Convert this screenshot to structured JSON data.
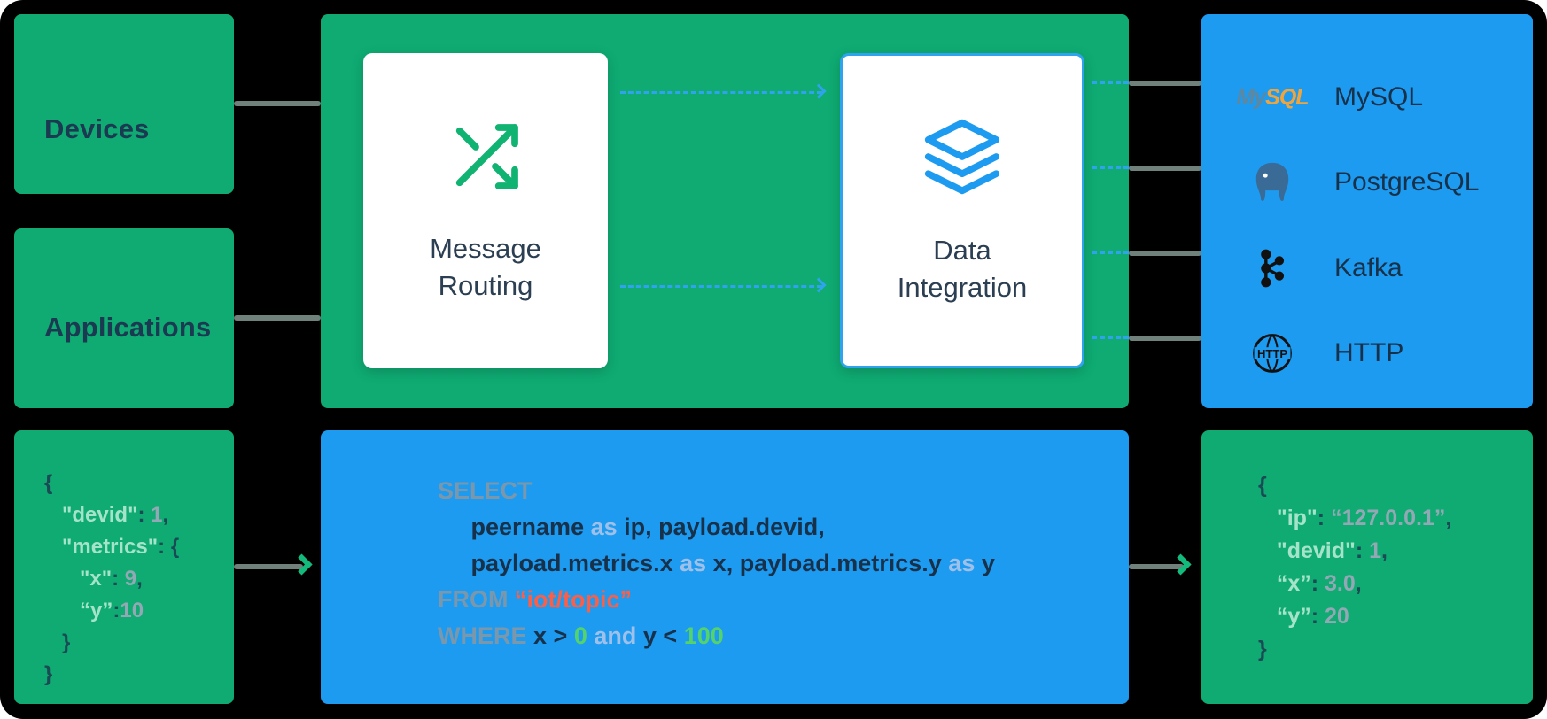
{
  "boxes": {
    "devices": {
      "label": "Devices"
    },
    "applications": {
      "label": "Applications"
    },
    "message_routing": {
      "label": "Message Routing"
    },
    "data_integration": {
      "label": "Data Integration"
    }
  },
  "sinks": {
    "items": [
      {
        "name": "MySQL",
        "logo_my": "My",
        "logo_sql": "SQL"
      },
      {
        "name": "PostgreSQL"
      },
      {
        "name": "Kafka"
      },
      {
        "name": "HTTP",
        "icon_text": "HTTP"
      }
    ]
  },
  "input_json": {
    "lines": [
      [
        {
          "t": "{",
          "c": "p"
        }
      ],
      [
        {
          "t": "   ",
          "c": "p"
        },
        {
          "t": "\"devid\"",
          "c": "k"
        },
        {
          "t": ": ",
          "c": "p"
        },
        {
          "t": "1",
          "c": "v"
        },
        {
          "t": ",",
          "c": "p"
        }
      ],
      [
        {
          "t": "   ",
          "c": "p"
        },
        {
          "t": "\"metrics\"",
          "c": "k"
        },
        {
          "t": ": ",
          "c": "p"
        },
        {
          "t": "{",
          "c": "p"
        }
      ],
      [
        {
          "t": "      ",
          "c": "p"
        },
        {
          "t": "\"x\"",
          "c": "k"
        },
        {
          "t": ": ",
          "c": "p"
        },
        {
          "t": "9",
          "c": "v"
        },
        {
          "t": ",",
          "c": "p"
        }
      ],
      [
        {
          "t": "      ",
          "c": "p"
        },
        {
          "t": "“y”",
          "c": "k"
        },
        {
          "t": ":",
          "c": "p"
        },
        {
          "t": "10",
          "c": "v"
        }
      ],
      [
        {
          "t": "   }",
          "c": "p"
        }
      ],
      [
        {
          "t": "}",
          "c": "p"
        }
      ]
    ]
  },
  "sql": {
    "lines": [
      [
        {
          "t": "SELECT",
          "c": "kw"
        }
      ],
      [
        {
          "t": "     ",
          "c": "id"
        },
        {
          "t": "peername ",
          "c": "id"
        },
        {
          "t": "as",
          "c": "lt"
        },
        {
          "t": " ip, payload.devid,",
          "c": "id"
        }
      ],
      [
        {
          "t": "     ",
          "c": "id"
        },
        {
          "t": "payload.metrics.x ",
          "c": "id"
        },
        {
          "t": "as",
          "c": "lt"
        },
        {
          "t": " x, payload.metrics.y ",
          "c": "id"
        },
        {
          "t": "as",
          "c": "lt"
        },
        {
          "t": " y",
          "c": "id"
        }
      ],
      [
        {
          "t": "FROM ",
          "c": "kw"
        },
        {
          "t": "“iot/topic”",
          "c": "str"
        }
      ],
      [
        {
          "t": "WHERE ",
          "c": "kw"
        },
        {
          "t": "x ",
          "c": "id"
        },
        {
          "t": "> ",
          "c": "id"
        },
        {
          "t": "0",
          "c": "num"
        },
        {
          "t": " ",
          "c": "id"
        },
        {
          "t": "and",
          "c": "lt"
        },
        {
          "t": " y ",
          "c": "id"
        },
        {
          "t": "< ",
          "c": "id"
        },
        {
          "t": "100",
          "c": "num"
        }
      ]
    ]
  },
  "output_json": {
    "lines": [
      [
        {
          "t": "{",
          "c": "p"
        }
      ],
      [
        {
          "t": "   ",
          "c": "p"
        },
        {
          "t": "\"ip\"",
          "c": "k"
        },
        {
          "t": ": ",
          "c": "p"
        },
        {
          "t": "“127.0.0.1”",
          "c": "v"
        },
        {
          "t": ",",
          "c": "p"
        }
      ],
      [
        {
          "t": "   ",
          "c": "p"
        },
        {
          "t": "\"devid\"",
          "c": "k"
        },
        {
          "t": ": ",
          "c": "p"
        },
        {
          "t": "1",
          "c": "v"
        },
        {
          "t": ",",
          "c": "p"
        }
      ],
      [
        {
          "t": "   ",
          "c": "p"
        },
        {
          "t": "“x”",
          "c": "k"
        },
        {
          "t": ": ",
          "c": "p"
        },
        {
          "t": "3.0",
          "c": "v"
        },
        {
          "t": ",",
          "c": "p"
        }
      ],
      [
        {
          "t": "   ",
          "c": "p"
        },
        {
          "t": "“y”",
          "c": "k"
        },
        {
          "t": ": ",
          "c": "p"
        },
        {
          "t": "20",
          "c": "v"
        }
      ],
      [
        {
          "t": "}",
          "c": "p"
        }
      ]
    ]
  },
  "colors": {
    "green": "#0FAB73",
    "blue": "#1D9BF0",
    "connector_gray": "#70807A",
    "arrow_green": "#14B97C",
    "dashed_blue": "#2FA3EE",
    "label_navy": "#1B3A52",
    "sql_string_orange": "#FB5F47",
    "sql_number_green": "#55D36B"
  }
}
